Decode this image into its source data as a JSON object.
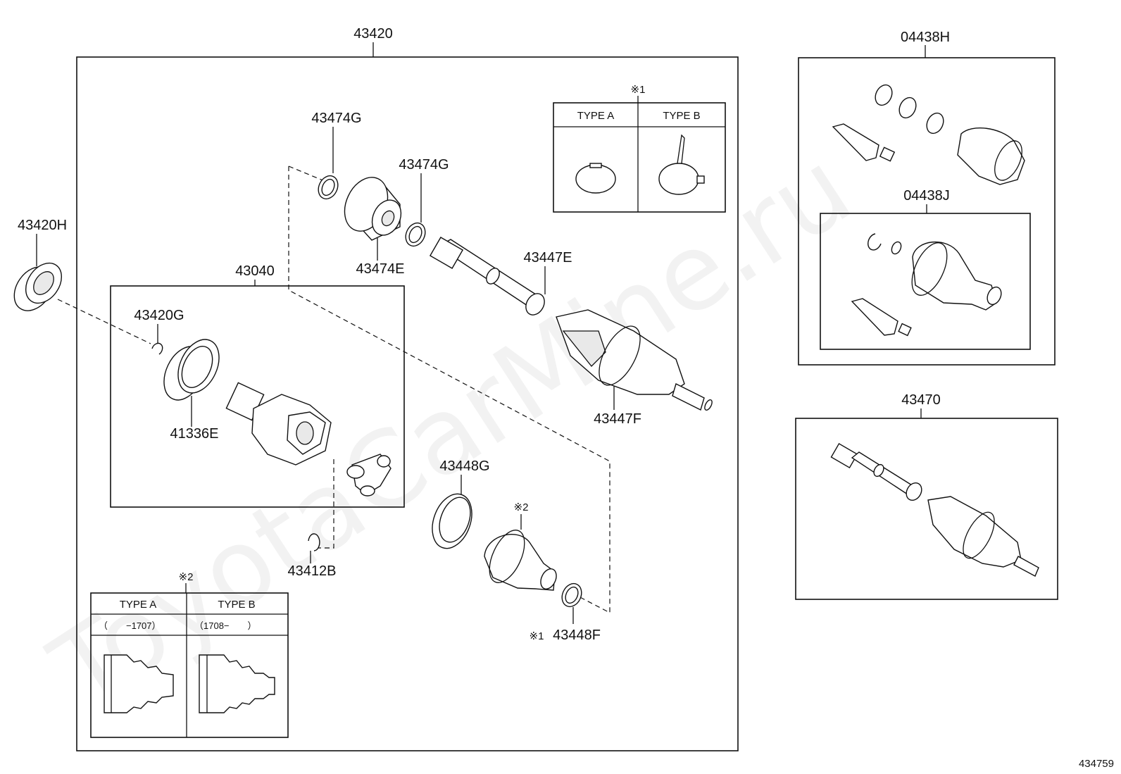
{
  "watermark": "ToyotaCarMine.ru",
  "diagram_ref": "434759",
  "labels": {
    "p43420": "43420",
    "p43420H": "43420H",
    "p43040": "43040",
    "p43420G": "43420G",
    "p41336E": "41336E",
    "p43412B": "43412B",
    "p43474G_a": "43474G",
    "p43474G_b": "43474G",
    "p43474E": "43474E",
    "p43447E": "43447E",
    "p43447F": "43447F",
    "p43448G": "43448G",
    "p43448F": "43448F",
    "note1_prefix": "※1",
    "note2_label": "※2",
    "p04438H": "04438H",
    "p04438J": "04438J",
    "p43470": "43470"
  },
  "note1_table": {
    "mark": "※1",
    "col_a": "TYPE A",
    "col_b": "TYPE B"
  },
  "note2_table": {
    "mark": "※2",
    "col_a": "TYPE A",
    "col_b": "TYPE B",
    "range_a": "（　　−1707）",
    "range_b": "（1708−　　）"
  }
}
